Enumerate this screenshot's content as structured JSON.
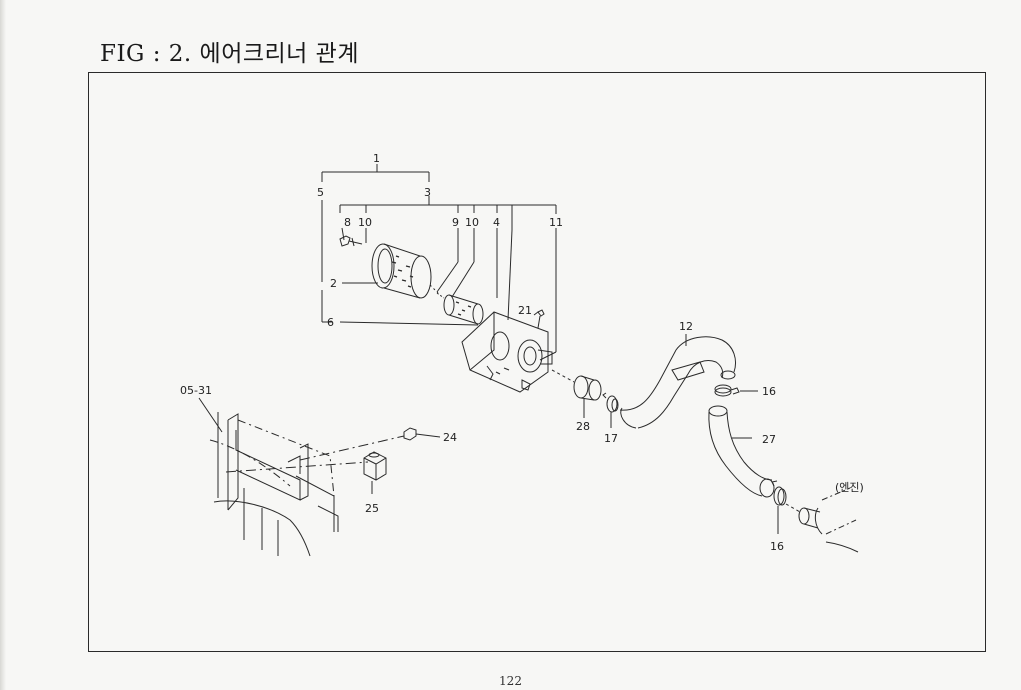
{
  "page": {
    "title": "FIG : 2. 에어크리너 관계",
    "page_number": "122"
  },
  "callouts": {
    "c1": "1",
    "c3": "3",
    "c5": "5",
    "c8": "8",
    "c10a": "10",
    "c9": "9",
    "c10b": "10",
    "c4": "4",
    "c11": "11",
    "c2": "2",
    "c6": "6",
    "c21": "21",
    "c12": "12",
    "c16a": "16",
    "c16b": "16",
    "c17": "17",
    "c28": "28",
    "c27": "27",
    "c24": "24",
    "c25": "25",
    "c0531": "05-31",
    "engine": "(엔진)"
  }
}
